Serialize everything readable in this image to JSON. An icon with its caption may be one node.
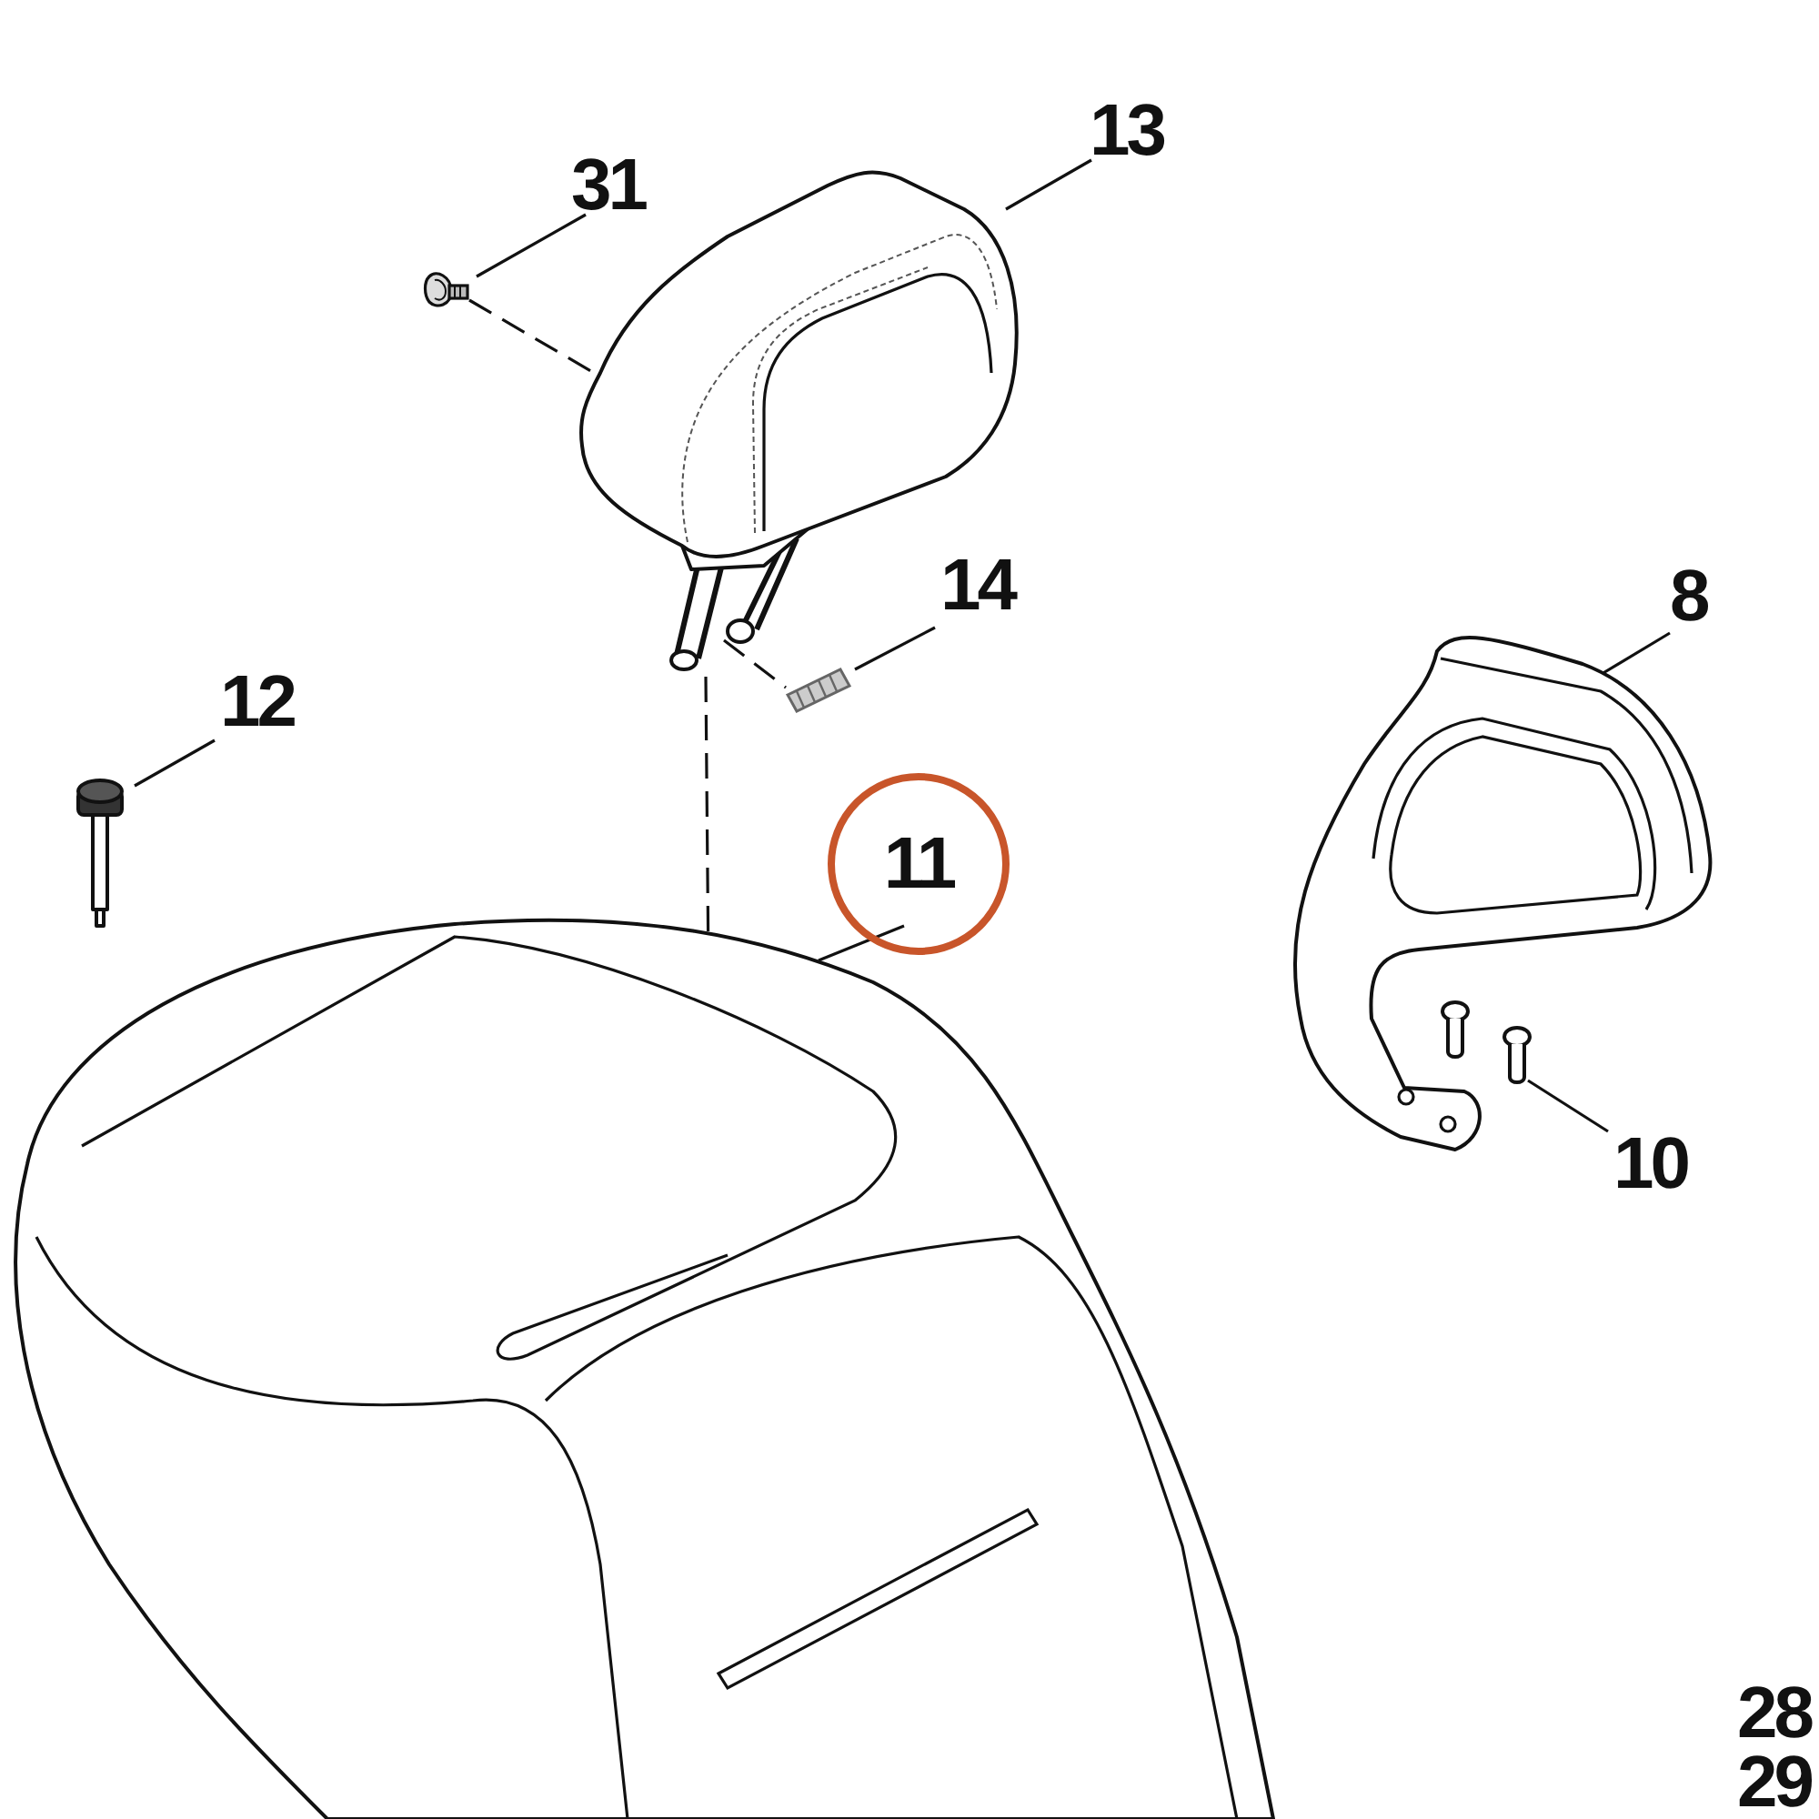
{
  "diagram": {
    "nodes": [
      {
        "text": [
          "31"
        ]
      },
      {
        "text": [],
        "shape": "picture"
      },
      {
        "text": [
          "13"
        ]
      },
      {
        "text": [],
        "shape": "picture"
      },
      {
        "text": [
          "14"
        ]
      },
      {
        "text": [],
        "shape": "picture"
      },
      {
        "text": [
          "12"
        ]
      },
      {
        "text": [],
        "shape": "picture"
      },
      {
        "text": [
          "11"
        ]
      },
      {
        "text": [],
        "shape": "picture"
      },
      {
        "text": [
          "8"
        ]
      },
      {
        "text": [],
        "shape": "picture"
      },
      {
        "text": [
          "10"
        ]
      },
      {
        "text": [],
        "shape": "picture"
      }
    ],
    "edges": [
      {
        "from": 0,
        "to": 1,
        "arrow": "none"
      },
      {
        "from": 2,
        "to": 3,
        "arrow": "none"
      },
      {
        "from": 4,
        "to": 5,
        "arrow": "none"
      },
      {
        "from": 6,
        "to": 7,
        "arrow": "none"
      },
      {
        "from": 8,
        "to": 9,
        "arrow": "none"
      },
      {
        "from": 10,
        "to": 11,
        "arrow": "none"
      },
      {
        "from": 12,
        "to": 13,
        "arrow": "none"
      },
      {
        "from": 1,
        "to": 3,
        "arrow": "none",
        "style": "dashed"
      },
      {
        "from": 3,
        "to": 5,
        "arrow": "none",
        "style": "dashed"
      },
      {
        "from": 3,
        "to": 9,
        "arrow": "none",
        "style": "dashed"
      }
    ],
    "labels": [
      "28",
      "29"
    ]
  }
}
